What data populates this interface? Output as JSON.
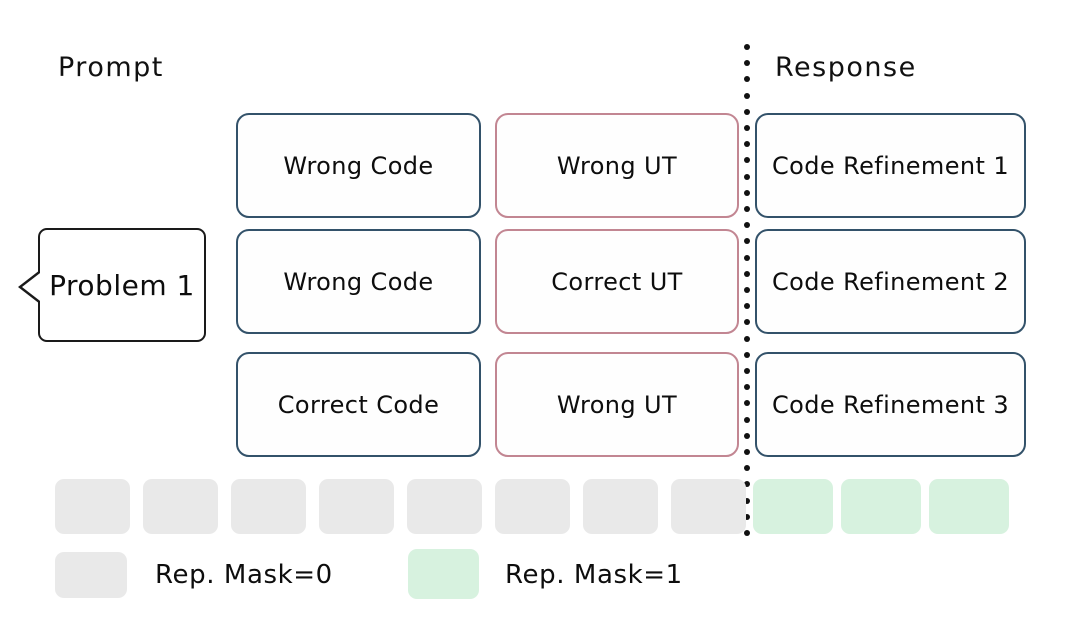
{
  "figure": {
    "sections": {
      "prompt_label": "Prompt",
      "response_label": "Response"
    },
    "problem": {
      "label": "Problem 1"
    },
    "divider": {
      "style": "dotted-vertical",
      "color": "#111111",
      "dot_count": 31
    },
    "rows": [
      {
        "code": "Wrong Code",
        "ut": "Wrong UT",
        "response": "Code Refinement 1"
      },
      {
        "code": "Wrong Code",
        "ut": "Correct UT",
        "response": "Code Refinement 2"
      },
      {
        "code": "Correct Code",
        "ut": "Wrong UT",
        "response": "Code Refinement 3"
      }
    ],
    "mask_strip": {
      "masked_count": 8,
      "unmasked_count": 3,
      "masked_color": "#e9e9e9",
      "unmasked_color": "#d7f2df"
    },
    "legend": [
      {
        "label": "Rep. Mask=0",
        "color": "#e9e9e9"
      },
      {
        "label": "Rep. Mask=1",
        "color": "#d7f2df"
      }
    ],
    "colors": {
      "code_border": "#33526a",
      "ut_border": "#c28692",
      "response_border": "#33526a",
      "text": "#0d0d0d",
      "background": "#ffffff"
    }
  }
}
